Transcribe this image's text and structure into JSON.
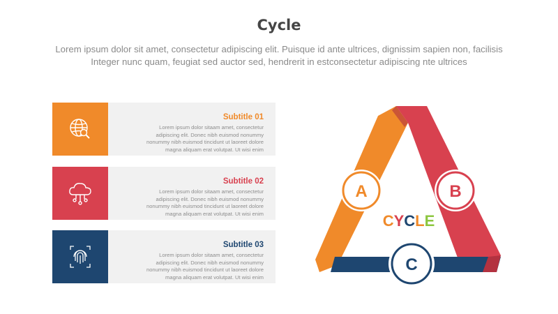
{
  "header": {
    "title": "Cycle",
    "description_line1": "Lorem ipsum dolor sit amet, consectetur adipiscing elit. Puisque id ante ultrices, dignissim sapien non, facilisis",
    "description_line2": "Integer nunc quam, feugiat sed auctor sed, hendrerit in estconsectetur adipiscing nte ultrices"
  },
  "items": [
    {
      "subtitle": "Subtitle 01",
      "body": [
        "Lorem ipsum dolor sitaam amet, consectetur",
        "adipiscing elit. Donec nibh euismod nonummy",
        "nonummy nibh euismod tincidunt ut laoreet dolore",
        "magna aliquam erat volutpat. Ut wisi enim"
      ],
      "icon": "globe-search-icon",
      "color": "#f08a2a"
    },
    {
      "subtitle": "Subtitle 02",
      "body": [
        "Lorem ipsum dolor sitaam amet, consectetur",
        "adipiscing elit. Donec nibh euismod nonummy",
        "nonummy nibh euismod tincidunt ut laoreet dolore",
        "magna aliquam erat volutpat. Ut wisi enim"
      ],
      "icon": "cloud-network-icon",
      "color": "#d8414f"
    },
    {
      "subtitle": "Subtitle 03",
      "body": [
        "Lorem ipsum dolor sitaam amet, consectetur",
        "adipiscing elit. Donec nibh euismod nonummy",
        "nonummy nibh euismod tincidunt ut laoreet dolore",
        "magna aliquam erat volutpat. Ut wisi enim"
      ],
      "icon": "fingerprint-icon",
      "color": "#1e4670"
    }
  ],
  "diagram": {
    "center_label": "CYCLE",
    "center_label_colors": [
      "#f08a2a",
      "#d8414f",
      "#1e4670",
      "#f08a2a",
      "#8cc63f"
    ],
    "nodes": [
      {
        "label": "A",
        "color": "#f08a2a"
      },
      {
        "label": "B",
        "color": "#d8414f"
      },
      {
        "label": "C",
        "color": "#1e4670"
      }
    ]
  }
}
